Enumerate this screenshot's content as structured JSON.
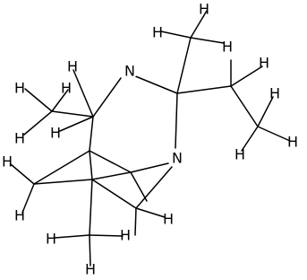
{
  "diagram": {
    "type": "skeletal-structure",
    "colors": {
      "background": "#ffffff",
      "bonds": "#000000",
      "labels": "#000000"
    },
    "nitrogen_label": "N",
    "hydrogen_label": "H"
  }
}
